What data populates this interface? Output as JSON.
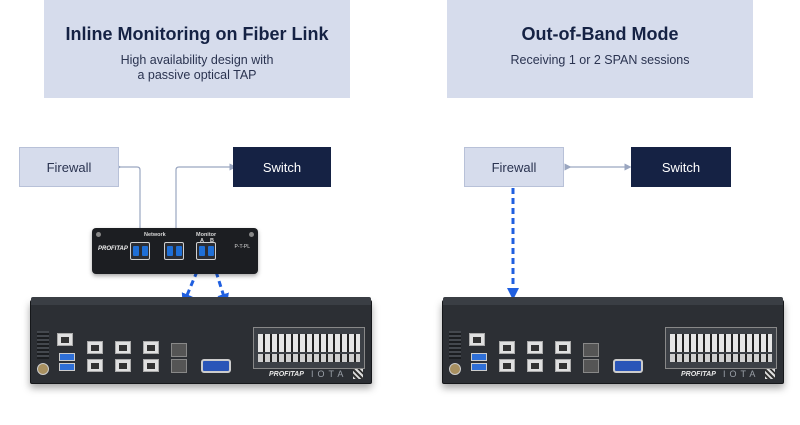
{
  "left_panel": {
    "title": "Inline Monitoring on Fiber Link",
    "subtitle_line1": "High availability design with",
    "subtitle_line2": "a passive optical TAP"
  },
  "right_panel": {
    "title": "Out-of-Band Mode",
    "subtitle_line1": "Receiving 1 or 2 SPAN sessions"
  },
  "left_diagram": {
    "firewall_label": "Firewall",
    "switch_label": "Switch"
  },
  "right_diagram": {
    "firewall_label": "Firewall",
    "switch_label": "Switch"
  },
  "tap": {
    "brand": "PROFITAP",
    "network_label": "Network",
    "monitor_label": "Monitor",
    "monitor_a": "A",
    "monitor_b": "B",
    "side_label": "P-T-PL"
  },
  "server": {
    "brand": "PROFITAP",
    "model": "IOTA"
  },
  "colors": {
    "panel_bg": "#d6dcec",
    "switch_bg": "#152244",
    "arrow_blue": "#1f5fe0",
    "connector_gray": "#9aa6c0"
  },
  "icons": [
    "tap-device",
    "server-appliance",
    "dashed-arrow",
    "double-arrow"
  ]
}
